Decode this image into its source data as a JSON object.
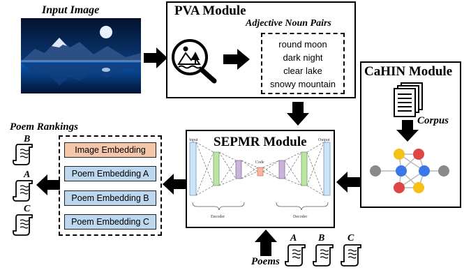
{
  "input_image": {
    "title": "Input Image"
  },
  "pva": {
    "title": "PVA Module",
    "pairs_title": "Adjective Noun Pairs",
    "pairs": [
      "round moon",
      "dark night",
      "clear lake",
      "snowy mountain"
    ]
  },
  "cahin": {
    "title": "CaHIN Module",
    "corpus_label": "Corpus"
  },
  "sepmr": {
    "title": "SEPMR Module",
    "nn": {
      "input": "Input",
      "code": "Code",
      "output": "Output",
      "encoder": "Encoder",
      "decoder": "Decoder"
    }
  },
  "embeddings": [
    "Image Embedding",
    "Poem Embedding A",
    "Poem Embedding B",
    "Poem Embedding C"
  ],
  "rankings": {
    "title": "Poem Rankings",
    "order": [
      "B",
      "A",
      "C"
    ]
  },
  "poems": {
    "label": "Poems",
    "letters": [
      "A",
      "B",
      "C"
    ]
  },
  "colors": {
    "image_embedding": "#f4c7aa",
    "poem_embedding": "#bcd7ee",
    "node_yellow": "#f5c116",
    "node_red": "#e04545",
    "node_blue": "#3a78e6",
    "node_gray": "#8a8a8a"
  }
}
